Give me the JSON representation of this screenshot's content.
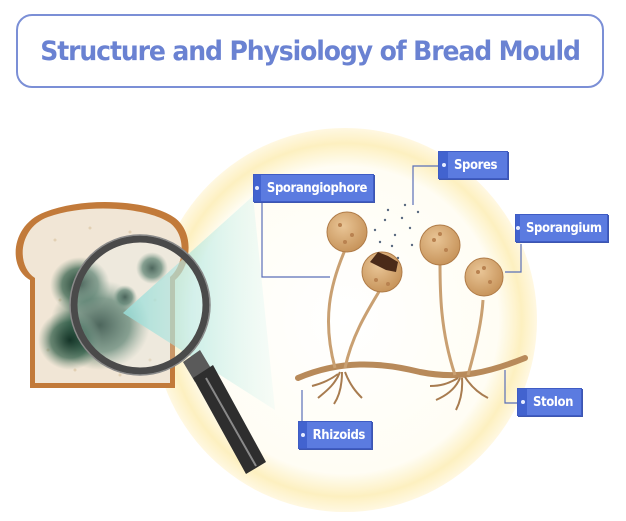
{
  "title": "Structure and Physiology of Bread Mould",
  "labels": {
    "sporangiophore": "Sporangiophore",
    "spores": "Spores",
    "sporangium": "Sporangium",
    "stolon": "Stolon",
    "rhizoids": "Rhizoids"
  },
  "colors": {
    "accent": "#5b7be0",
    "title": "#6a82d2",
    "border": "#7b8fd6",
    "halo": "#fdf1c4",
    "mould": "#1f4a36",
    "hypha": "#c9a072"
  }
}
